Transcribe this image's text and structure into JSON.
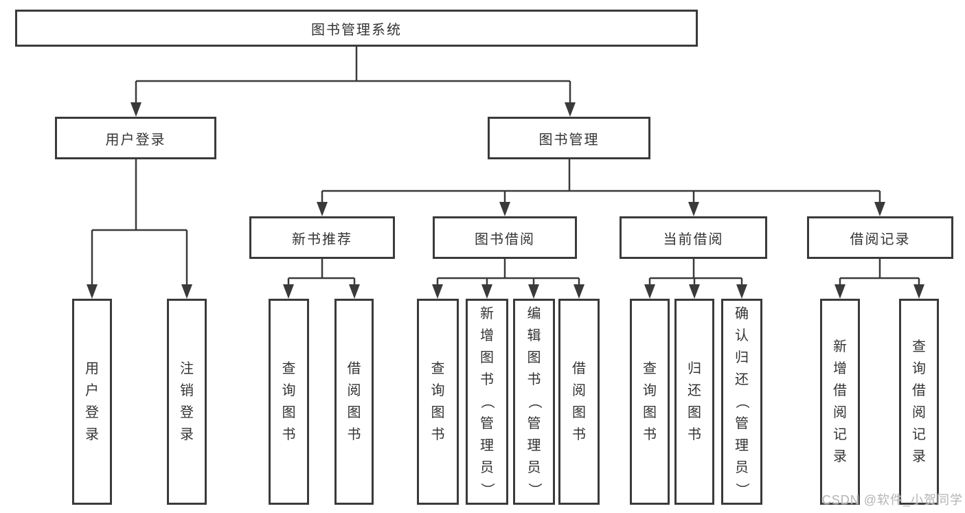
{
  "tree": {
    "root": "图书管理系统",
    "user_login": {
      "label": "用户登录",
      "children": [
        "用户登录",
        "注销登录"
      ]
    },
    "book_management": {
      "label": "图书管理",
      "sections": {
        "new_book_recommendation": {
          "label": "新书推荐",
          "children": [
            "查询图书",
            "借阅图书"
          ]
        },
        "book_borrowing": {
          "label": "图书借阅",
          "children": [
            "查询图书",
            "新增图书（管理员）",
            "编辑图书（管理员）",
            "借阅图书"
          ]
        },
        "current_borrowing": {
          "label": "当前借阅",
          "children": [
            "查询图书",
            "归还图书",
            "确认归还（管理员）"
          ]
        },
        "borrowing_records": {
          "label": "借阅记录",
          "children": [
            "新增借阅记录",
            "查询借阅记录"
          ]
        }
      }
    }
  },
  "watermark": "CSDN @软件_小贺同学",
  "colors": {
    "line": "#3a3a3a",
    "text": "#333333",
    "watermark": "#b3b3b3",
    "background": "#ffffff"
  }
}
